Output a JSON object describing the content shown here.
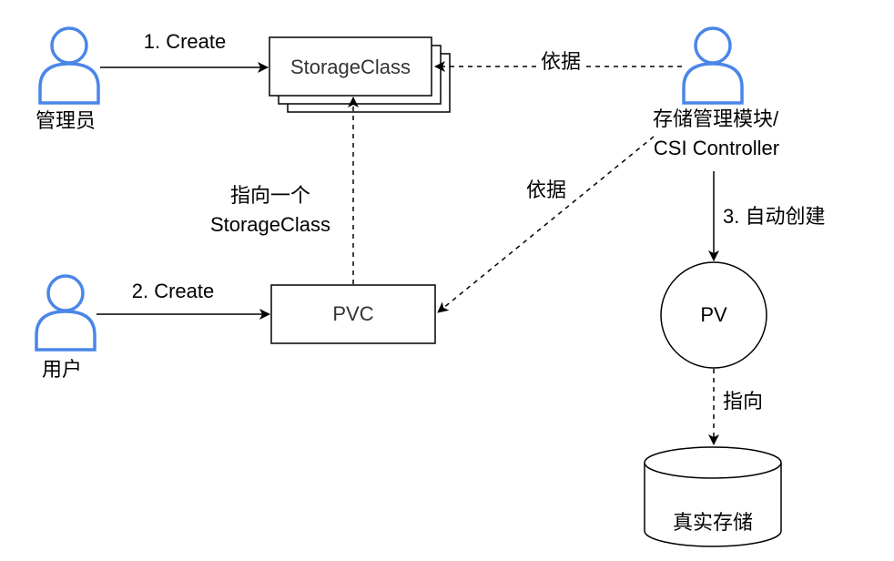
{
  "nodes": {
    "storageclass": "StorageClass",
    "pvc": "PVC",
    "pv": "PV",
    "real_storage": "真实存储"
  },
  "actors": {
    "admin": "管理员",
    "user": "用户",
    "controller_line1": "存储管理模块/",
    "controller_line2": "CSI Controller"
  },
  "edges": {
    "admin_create": "1. Create",
    "user_create": "2. Create",
    "auto_create": "3. 自动创建",
    "controller_to_sc": "依据",
    "controller_to_pvc": "依据",
    "pvc_to_sc_line1": "指向一个",
    "pvc_to_sc_line2": "StorageClass",
    "pv_to_storage": "指向"
  },
  "colors": {
    "actor_stroke": "#4a86e8",
    "line": "#000000",
    "box_fill": "#ffffff"
  }
}
